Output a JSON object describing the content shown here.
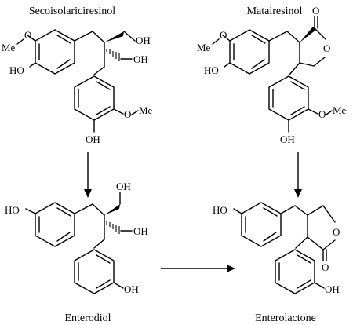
{
  "compounds": {
    "secoisolariciresinol": {
      "name": "Secoisolariciresinol",
      "labels": {
        "me_o": "Me",
        "o_top": "O",
        "ho_left": "HO",
        "oh_a": "OH",
        "oh_b": "OH",
        "o_me": "O",
        "me_right": "Me",
        "oh_bottom": "OH"
      }
    },
    "matairesinol": {
      "name": "Matairesinol",
      "labels": {
        "me_o": "Me",
        "o_top": "O",
        "ho_left": "HO",
        "carbonyl_o": "O",
        "ring_o": "O",
        "o_me": "O",
        "me_right": "Me",
        "oh_bottom": "OH"
      }
    },
    "enterodiol": {
      "name": "Enterodiol",
      "labels": {
        "ho_left": "HO",
        "oh_a": "OH",
        "oh_b": "OH",
        "oh_bottom": "OH"
      }
    },
    "enterolactone": {
      "name": "Enterolactone",
      "labels": {
        "ho_left": "HO",
        "ring_o": "O",
        "carbonyl_o": "O",
        "oh_bottom": "OH"
      }
    }
  },
  "arrows": [
    {
      "from": "secoisolariciresinol",
      "to": "enterodiol"
    },
    {
      "from": "matairesinol",
      "to": "enterolactone"
    },
    {
      "from": "enterodiol",
      "to": "enterolactone"
    }
  ]
}
